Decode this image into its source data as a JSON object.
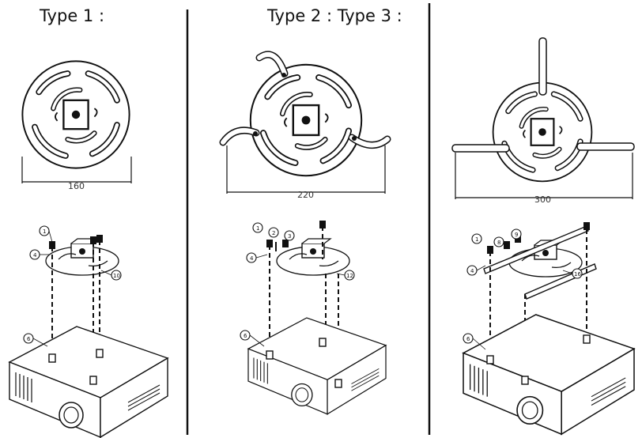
{
  "titles": {
    "type1": "Type 1 :",
    "type2_type3": "Type 2 : Type 3 :"
  },
  "dimensions": {
    "type1": "160",
    "type2": "220",
    "type3": "300"
  },
  "callouts": {
    "type1": [
      "1",
      "4",
      "10",
      "6"
    ],
    "type2": [
      "1",
      "2",
      "3",
      "4",
      "12",
      "6"
    ],
    "type3": [
      "1",
      "8",
      "9",
      "4",
      "16",
      "6"
    ]
  },
  "colors": {
    "line": "#111111",
    "fill": "#ffffff",
    "divider": "#111111"
  }
}
